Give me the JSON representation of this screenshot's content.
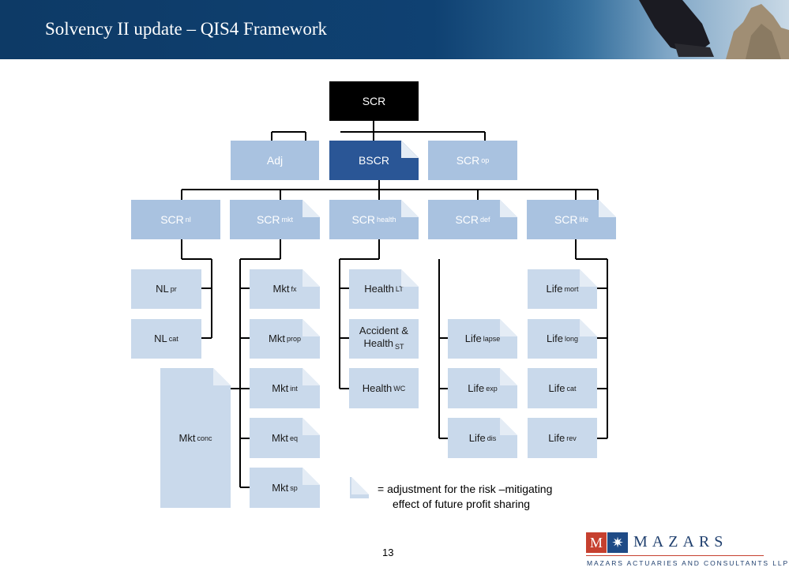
{
  "slide": {
    "title": "Solvency II update – QIS4 Framework",
    "page_number": "13"
  },
  "nodes": {
    "scr": {
      "main": "SCR",
      "sub": ""
    },
    "adj": {
      "main": "Adj",
      "sub": ""
    },
    "bscr": {
      "main": "BSCR",
      "sub": ""
    },
    "scr_op": {
      "main": "SCR",
      "sub": "op"
    },
    "scr_nl": {
      "main": "SCR",
      "sub": "nl"
    },
    "scr_mkt": {
      "main": "SCR",
      "sub": "mkt"
    },
    "scr_health": {
      "main": "SCR",
      "sub": "health"
    },
    "scr_def": {
      "main": "SCR",
      "sub": "def"
    },
    "scr_life": {
      "main": "SCR",
      "sub": "life"
    },
    "nl_pr": {
      "main": "NL",
      "sub": "pr"
    },
    "nl_cat": {
      "main": "NL",
      "sub": "cat"
    },
    "mkt_conc": {
      "main": "Mkt",
      "sub": "conc"
    },
    "mkt_fx": {
      "main": "Mkt",
      "sub": "fx"
    },
    "mkt_prop": {
      "main": "Mkt",
      "sub": "prop"
    },
    "mkt_int": {
      "main": "Mkt",
      "sub": "int"
    },
    "mkt_eq": {
      "main": "Mkt",
      "sub": "eq"
    },
    "mkt_sp": {
      "main": "Mkt",
      "sub": "sp"
    },
    "health_lt": {
      "main": "Health",
      "sub": "LT"
    },
    "health_st": {
      "main": "Accident & Health",
      "sub": "ST"
    },
    "health_wc": {
      "main": "Health",
      "sub": "WC"
    },
    "life_lapse": {
      "main": "Life",
      "sub": "lapse"
    },
    "life_exp": {
      "main": "Life",
      "sub": "exp"
    },
    "life_dis": {
      "main": "Life",
      "sub": "dis"
    },
    "life_mort": {
      "main": "Life",
      "sub": "mort"
    },
    "life_long": {
      "main": "Life",
      "sub": "long"
    },
    "life_cat": {
      "main": "Life",
      "sub": "cat"
    },
    "life_rev": {
      "main": "Life",
      "sub": "rev"
    }
  },
  "legend": {
    "line1": "= adjustment   for the risk –mitigating",
    "line2": "effect of future  profit  sharing"
  },
  "logo": {
    "mark_letter": "M",
    "wordmark": "MAZARS",
    "subtitle": "MAZARS ACTUARIES AND CONSULTANTS LLP"
  }
}
